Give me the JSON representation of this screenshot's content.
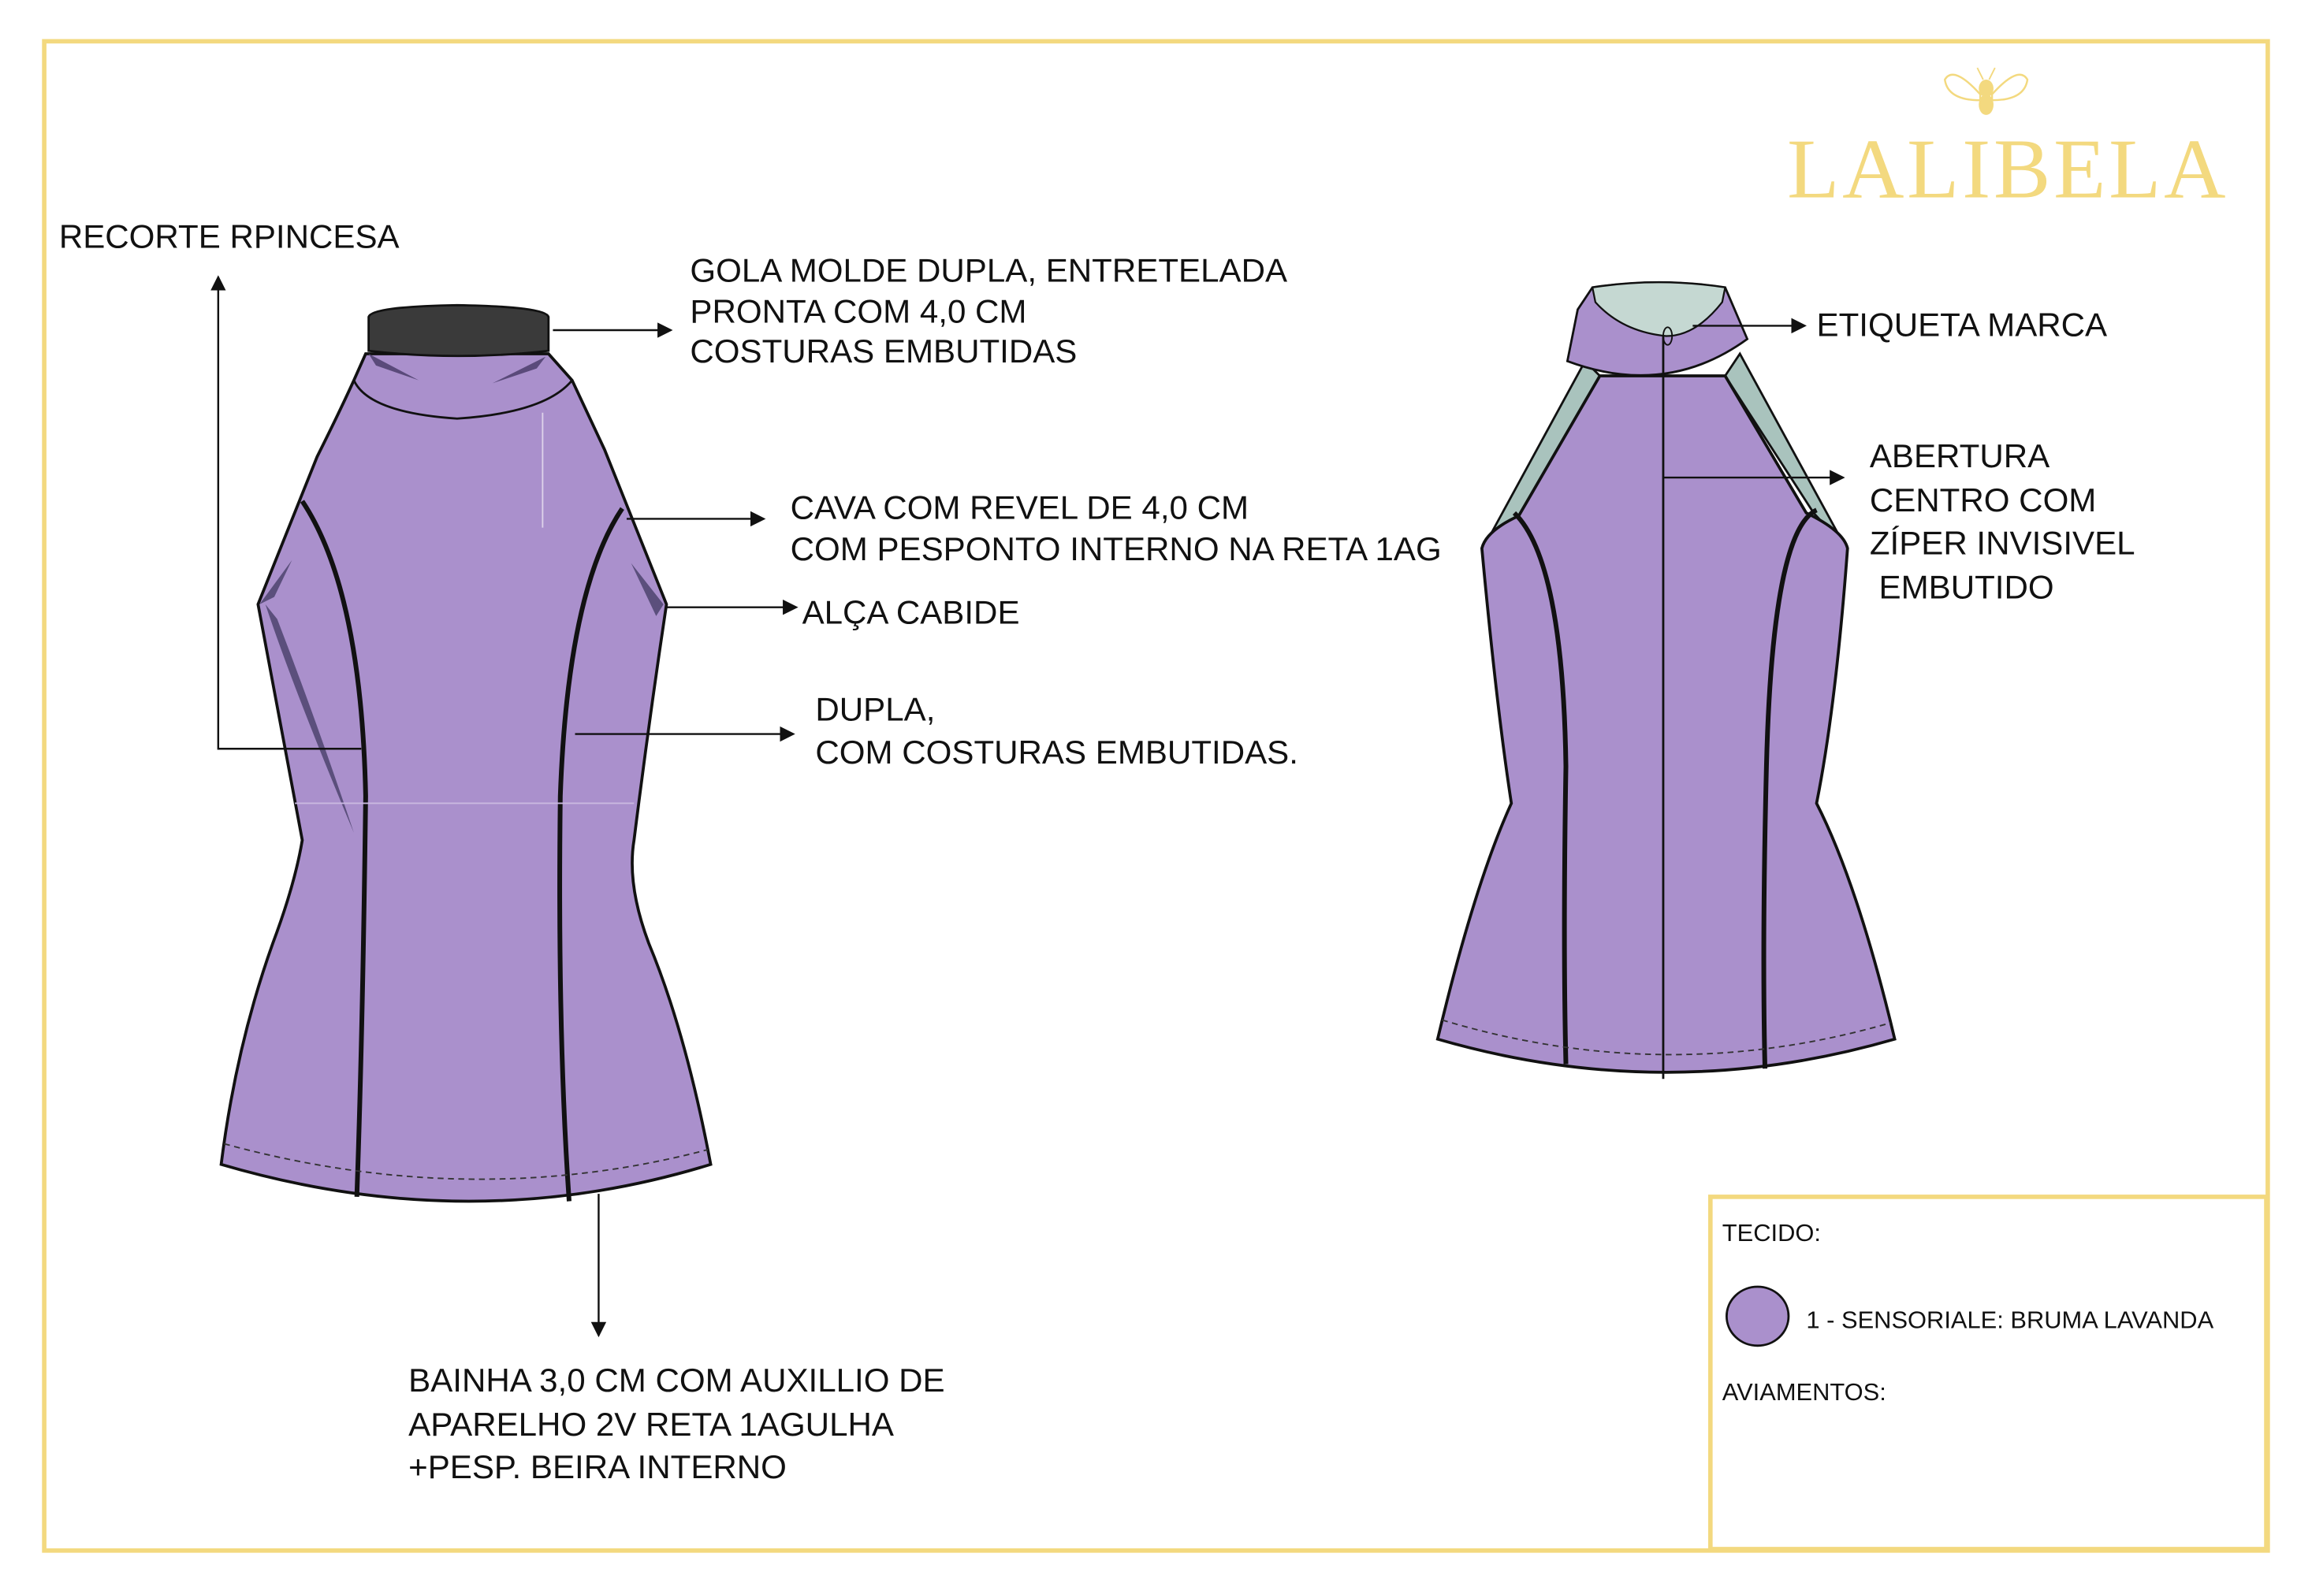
{
  "brand": {
    "name": "LALIBELA",
    "color": "#f3d97f",
    "icon": "bee-icon"
  },
  "front_annotations": {
    "recorte": "RECORTE RPINCESA",
    "gola": [
      "GOLA MOLDE DUPLA, ENTRETELADA",
      "PRONTA COM 4,0 CM",
      "COSTURAS EMBUTIDAS"
    ],
    "cava": [
      "CAVA COM REVEL DE 4,0 CM",
      "COM PESPONTO INTERNO NA RETA 1AG"
    ],
    "alca": "ALÇA CABIDE",
    "dupla": [
      "DUPLA,",
      "COM COSTURAS EMBUTIDAS."
    ],
    "bainha": [
      "BAINHA 3,0 CM  COM AUXILLIO DE",
      "APARELHO 2V RETA 1AGULHA",
      "+PESP. BEIRA INTERNO"
    ]
  },
  "back_annotations": {
    "etiqueta": "ETIQUETA MARCA",
    "abertura": [
      "ABERTURA",
      "CENTRO COM",
      "ZÍPER INVISIVEL",
      " EMBUTIDO"
    ]
  },
  "spec_box": {
    "tecido_label": "TECIDO:",
    "fabric": {
      "name": "1 - SENSORIALE: BRUMA LAVANDA",
      "color": "#aa90cc"
    },
    "aviamentos_label": "AVIAMENTOS:"
  },
  "colors": {
    "frame": "#f3d97f",
    "fabric": "#aa90cc",
    "collar_dark": "#3a3a3a",
    "lining": "#a9c3bd"
  }
}
